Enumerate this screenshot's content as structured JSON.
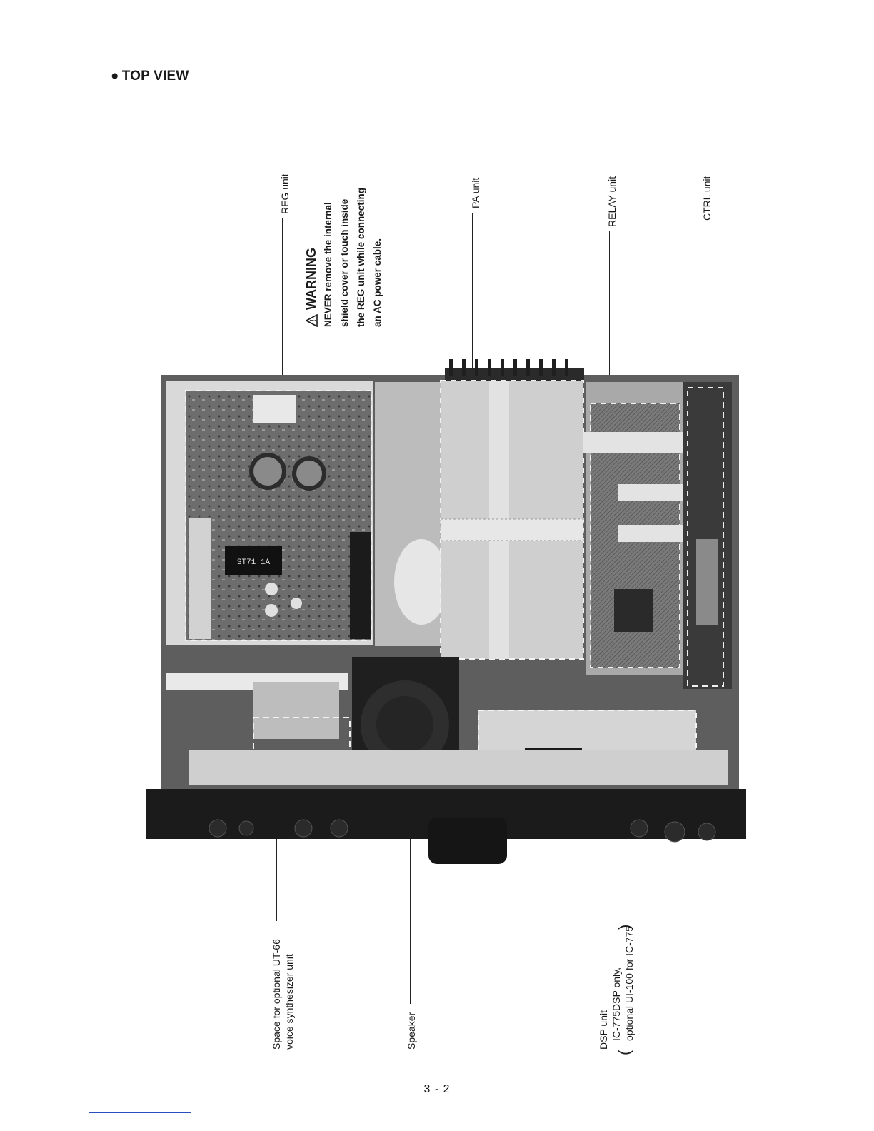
{
  "section": {
    "bullet": "●",
    "title": "TOP VIEW"
  },
  "callouts": {
    "reg": "REG unit",
    "pa": "PA unit",
    "relay": "RELAY unit",
    "ctrl": "CTRL unit",
    "voice_line1": "Space for optional UT-66",
    "voice_line2": "voice synthesizer unit",
    "speaker": "Speaker",
    "dsp_line1": "DSP unit",
    "dsp_line2": "IC-775DSP only,",
    "dsp_line3": "optional UI-100 for IC-775",
    "dsp_paren_open": "(",
    "dsp_paren_close": ")"
  },
  "warning": {
    "title": "WARNING",
    "lines": [
      "NEVER remove the internal",
      "shield cover or touch inside",
      "the REG unit while connecting",
      "an AC power cable."
    ]
  },
  "photo_text": {
    "transformer": "ST71 1A"
  },
  "page_number": "3 - 2"
}
